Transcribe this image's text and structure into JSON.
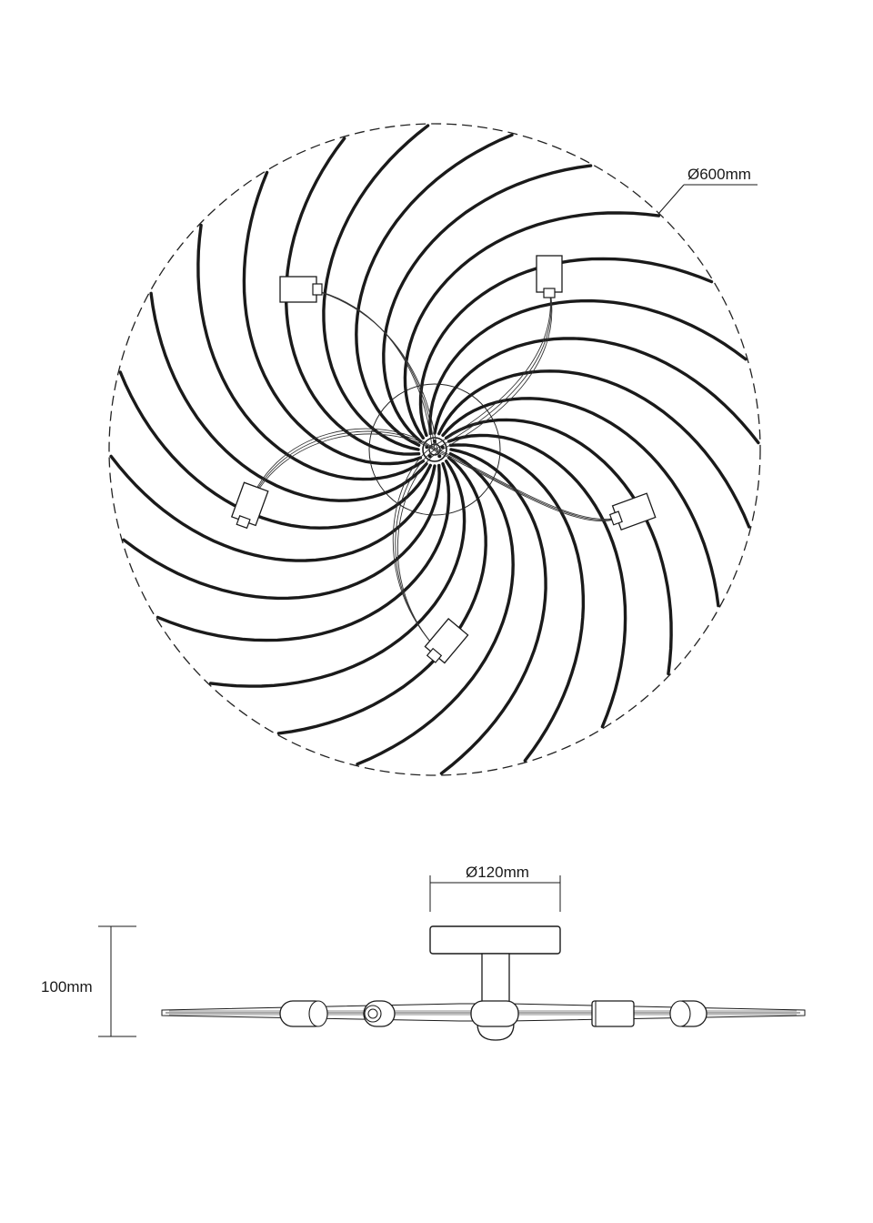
{
  "dimensions": {
    "canopy_diameter": "Ø600mm",
    "base_diameter": "Ø120mm",
    "height": "100mm"
  },
  "drawing": {
    "blade_count": 24,
    "lamp_count": 5,
    "line_color": "#1a1a1a",
    "background": "#ffffff"
  }
}
